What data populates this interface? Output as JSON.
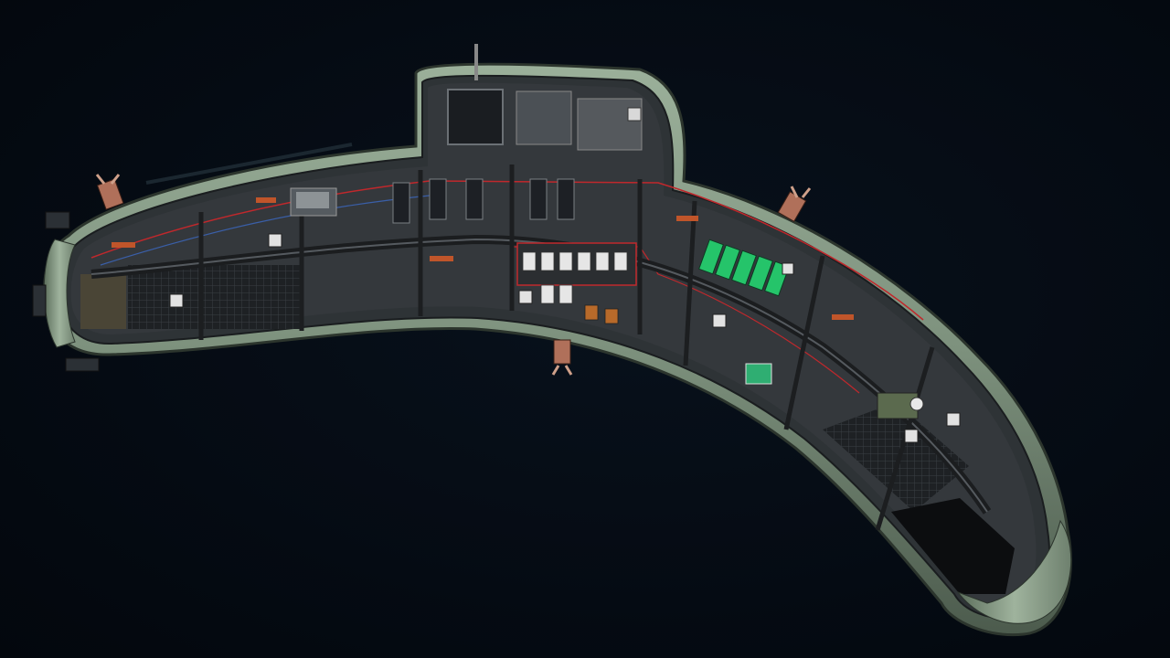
{
  "scene": {
    "view": "submarine-editor-overview",
    "colors": {
      "background": "#050b13",
      "hull": "#7f9480",
      "hull_dark": "#3d4a3f",
      "interior": "#2a2d30",
      "wiring_red": "#c0282c",
      "wiring_blue": "#3a5fa8",
      "battery_green": "#25c46a",
      "room_tag": "#c0552a",
      "warning_yellow": "#e0b020"
    }
  },
  "submarine": {
    "room_labels": [],
    "battery_count": 5,
    "docking_ports": 3
  }
}
